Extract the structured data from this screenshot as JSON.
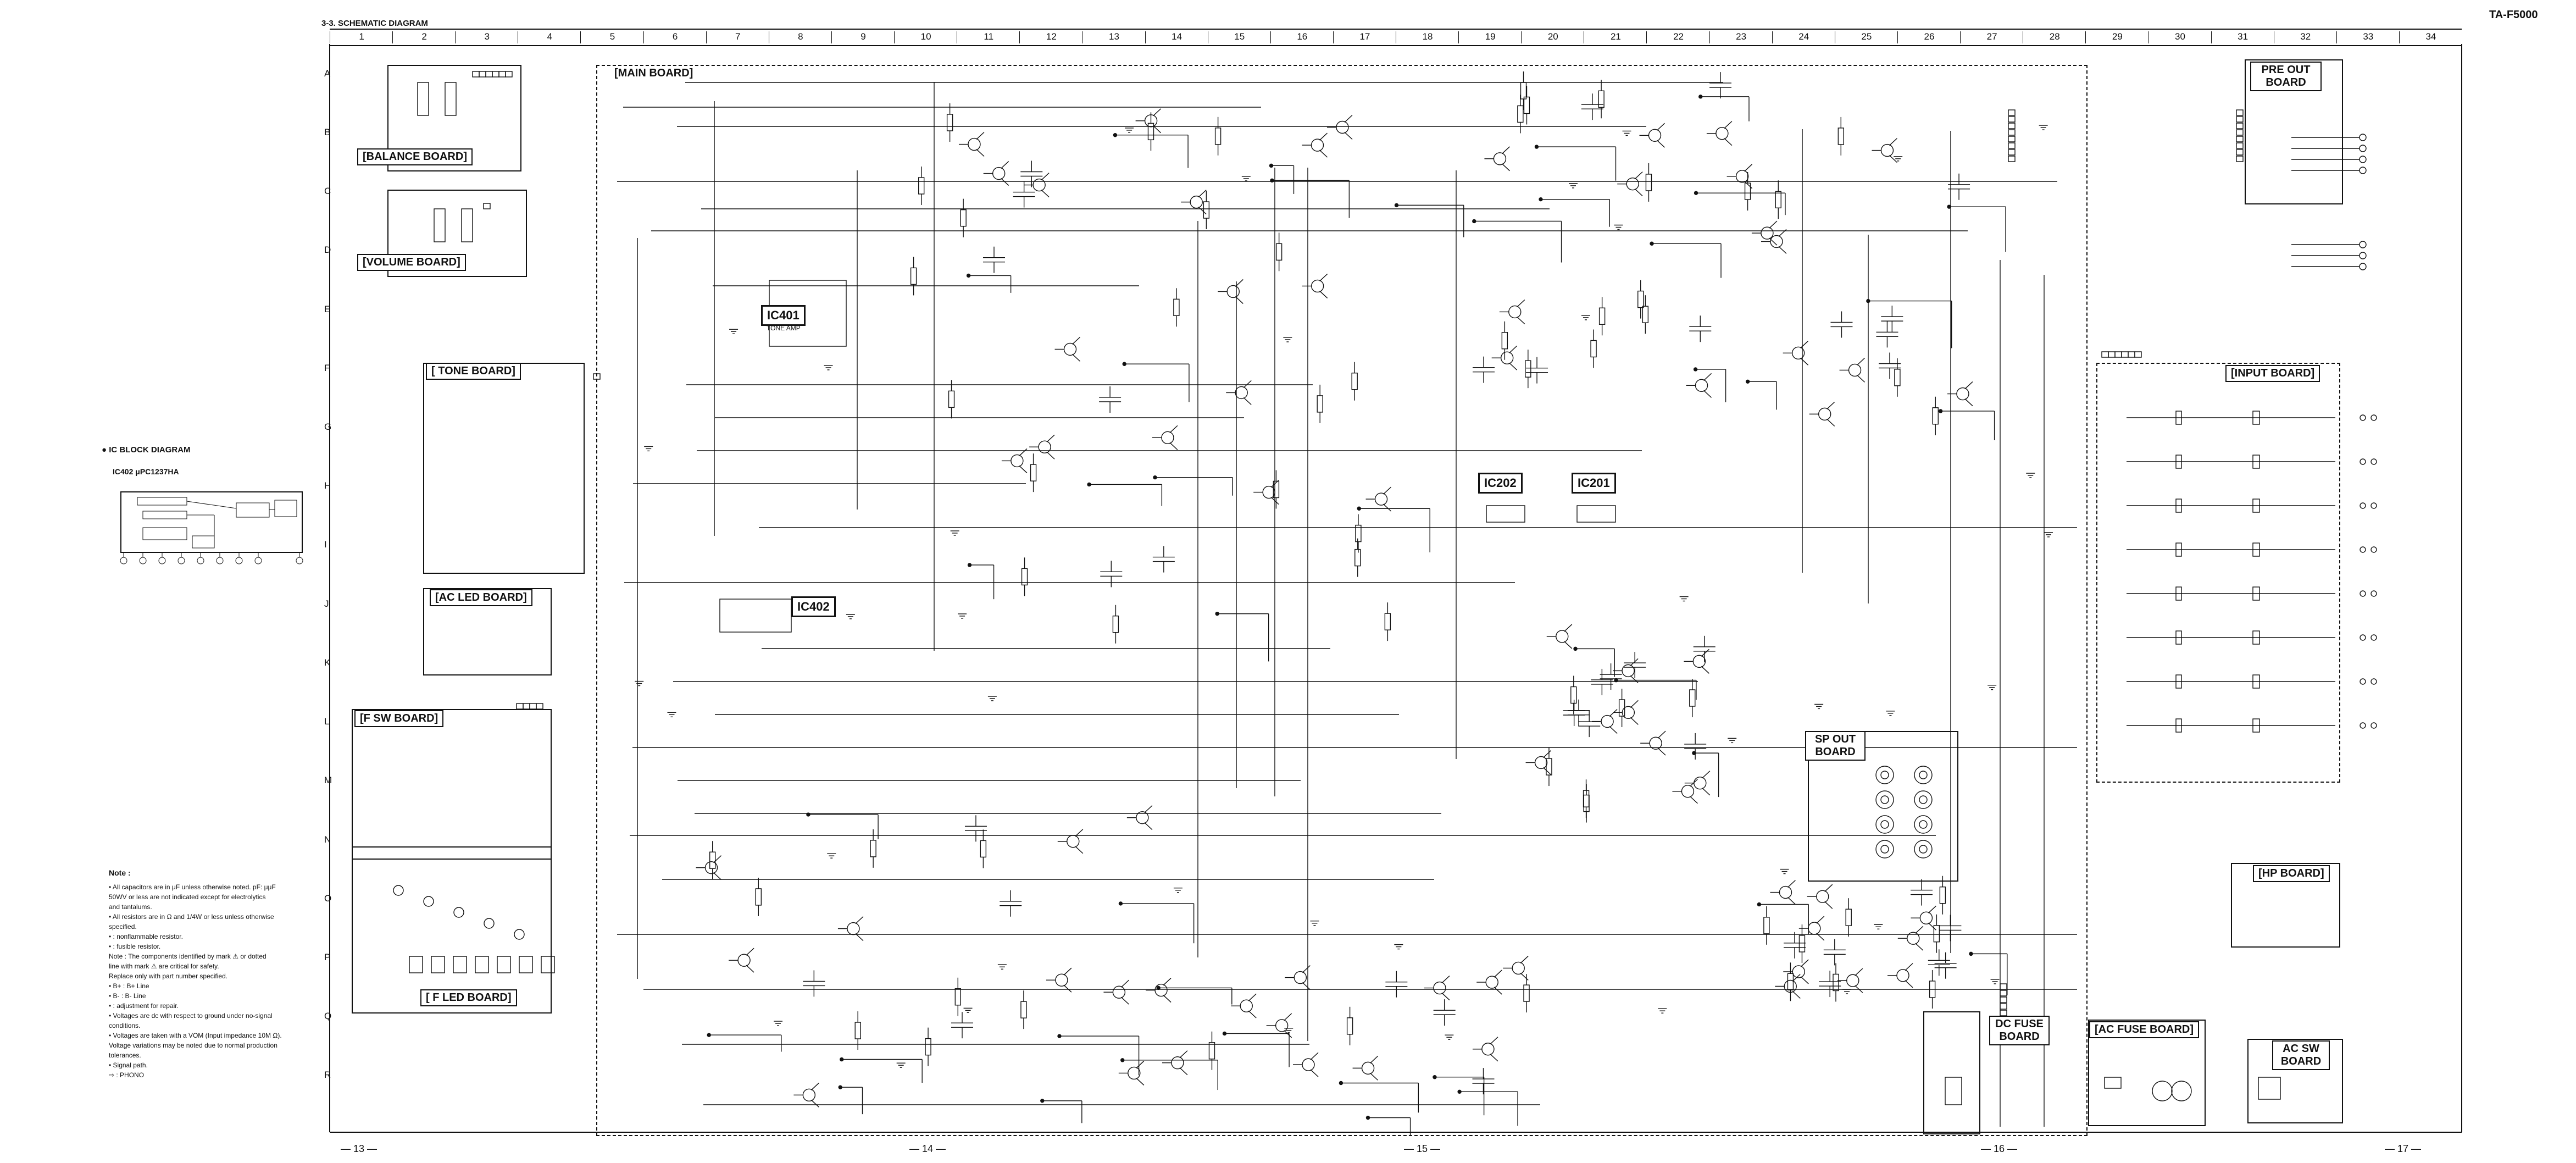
{
  "header": {
    "section_title": "3-3. SCHEMATIC DIAGRAM",
    "model": "TA-F5000"
  },
  "grid": {
    "columns": [
      "1",
      "2",
      "3",
      "4",
      "5",
      "6",
      "7",
      "8",
      "9",
      "10",
      "11",
      "12",
      "13",
      "14",
      "15",
      "16",
      "17",
      "18",
      "19",
      "20",
      "21",
      "22",
      "23",
      "24",
      "25",
      "26",
      "27",
      "28",
      "29",
      "30",
      "31",
      "32",
      "33",
      "34"
    ],
    "rows": [
      "A",
      "B",
      "C",
      "D",
      "E",
      "F",
      "G",
      "H",
      "I",
      "J",
      "K",
      "L",
      "M",
      "N",
      "O",
      "P",
      "Q",
      "R"
    ]
  },
  "boards": {
    "main": "[MAIN BOARD]",
    "balance": "[BALANCE BOARD]",
    "volume": "[VOLUME BOARD]",
    "tone": "[ TONE BOARD]",
    "ac_led": "[AC LED BOARD]",
    "f_sw": "[F SW BOARD]",
    "f_led": "[ F LED BOARD]",
    "pre_out": "PRE OUT BOARD",
    "input": "[INPUT BOARD]",
    "sp_out": "SP OUT BOARD",
    "hp": "[HP BOARD]",
    "dc_fuse": "DC FUSE BOARD",
    "ac_fuse": "[AC FUSE BOARD]",
    "ac_sw": "AC SW BOARD"
  },
  "ic_labels": {
    "ic401": "IC401",
    "ic401_desc": "TONE AMP",
    "ic402": "IC402",
    "ic202": "IC202",
    "ic201": "IC201"
  },
  "ic_block": {
    "title": "● IC BLOCK DIAGRAM",
    "part": "IC402  μPC1237HA"
  },
  "notes": {
    "heading": "Note :",
    "items": [
      "• All capacitors are in μF unless otherwise noted. pF: μμF",
      "  50WV or less are not indicated except for electrolytics",
      "  and tantalums.",
      "• All resistors are in Ω and 1/4W or less unless otherwise",
      "  specified.",
      "• : nonflammable resistor.",
      "• : fusible resistor.",
      "Note : The components identified by mark ⚠ or dotted",
      "line with mark ⚠ are critical for safety.",
      "Replace only with part number specified.",
      "• B+ : B+ Line",
      "• B- : B- Line",
      "• : adjustment for repair.",
      "• Voltages are dc with respect to ground under no-signal",
      "  conditions.",
      "• Voltages are taken with a VOM (Input impedance 10M Ω).",
      "  Voltage variations may be noted due to normal production",
      "  tolerances.",
      "• Signal path.",
      "  ⇨ : PHONO"
    ]
  },
  "page_numbers": [
    "— 13 —",
    "— 14 —",
    "— 15 —",
    "— 16 —",
    "— 17 —"
  ],
  "colors": {
    "ink": "#111111",
    "paper": "#ffffff"
  }
}
